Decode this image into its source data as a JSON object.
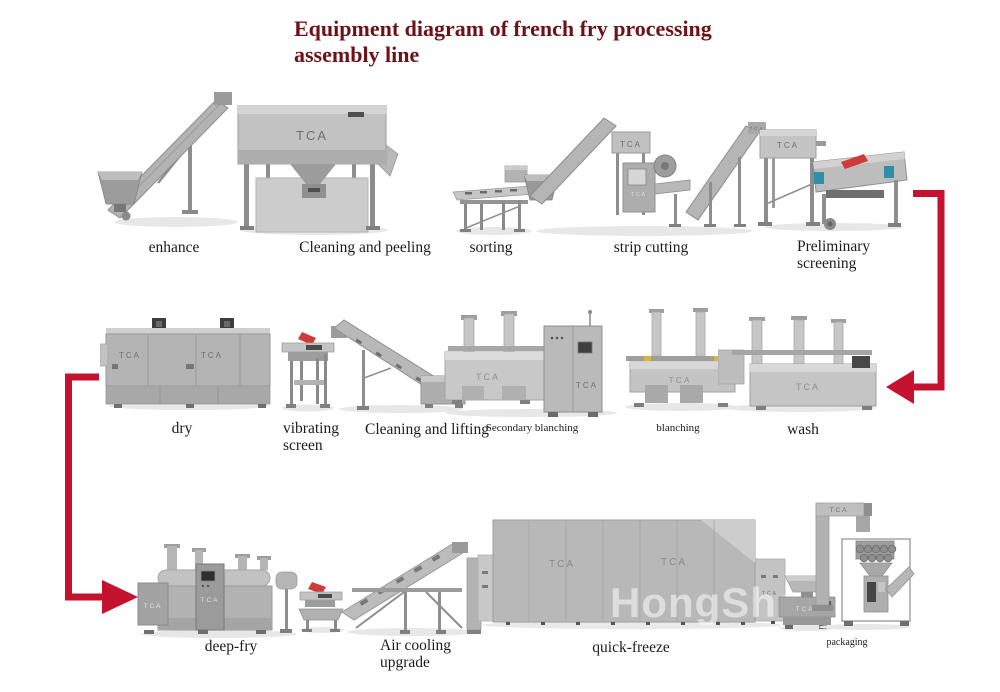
{
  "title": {
    "line1": "Equipment diagram of french fry processing",
    "line2": "assembly line"
  },
  "brand": {
    "name": "TCA"
  },
  "watermark": {
    "text": "HongShe"
  },
  "colors": {
    "title": "#6F1217",
    "arrow": "#C5132F",
    "machine_gray": "#b8b8b8",
    "accent_red": "#cf3a3a",
    "accent_blue": "#2f8fa8",
    "label": "#1c1c1c"
  },
  "rows": {
    "top": {
      "stages": [
        {
          "id": "enhance",
          "label": "enhance"
        },
        {
          "id": "cleaning-peeling",
          "label": "Cleaning and peeling"
        },
        {
          "id": "sorting",
          "label": "sorting"
        },
        {
          "id": "strip-cutting",
          "label": "strip cutting"
        },
        {
          "id": "preliminary-screening",
          "label_line1": "Preliminary",
          "label_line2": "screening"
        }
      ]
    },
    "middle": {
      "stages": [
        {
          "id": "dry",
          "label": "dry"
        },
        {
          "id": "vibrating-screen",
          "label_line1": "vibrating",
          "label_line2": "screen"
        },
        {
          "id": "cleaning-lifting",
          "label": "Cleaning and lifting"
        },
        {
          "id": "secondary-blanching",
          "label": "Secondary blanching"
        },
        {
          "id": "blanching",
          "label": "blanching"
        },
        {
          "id": "wash",
          "label": "wash"
        }
      ]
    },
    "bottom": {
      "stages": [
        {
          "id": "deep-fry",
          "label": "deep-fry"
        },
        {
          "id": "air-cooling",
          "label_line1": "Air cooling",
          "label_line2": "upgrade"
        },
        {
          "id": "quick-freeze",
          "label": "quick-freeze"
        },
        {
          "id": "packaging",
          "label": "packaging"
        }
      ]
    }
  }
}
